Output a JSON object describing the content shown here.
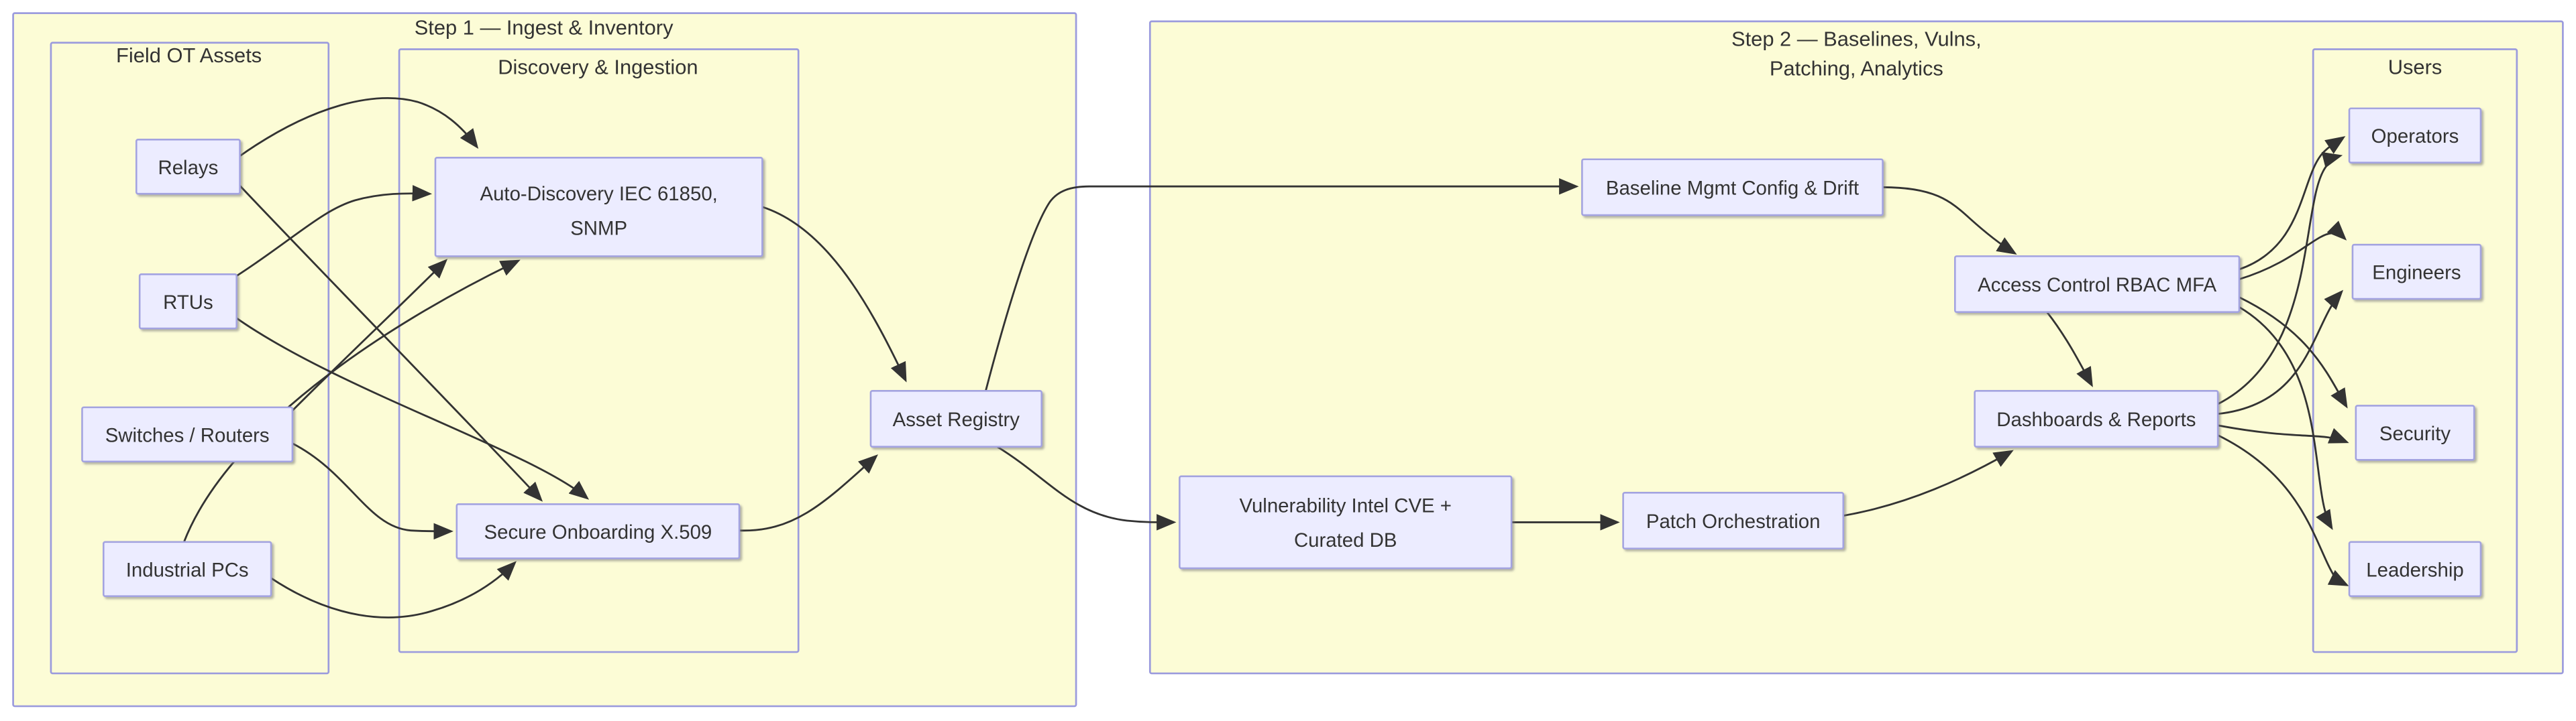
{
  "diagram": {
    "type": "flowchart",
    "direction": "left-to-right",
    "step1": {
      "title": "Step 1 — Ingest & Inventory"
    },
    "step2": {
      "title_line1": "Step 2 — Baselines, Vulns,",
      "title_line2": "Patching, Analytics"
    },
    "clusters": {
      "field_ot": {
        "label": "Field OT Assets"
      },
      "discovery": {
        "label": "Discovery & Ingestion"
      },
      "users": {
        "label": "Users"
      }
    },
    "nodes": {
      "relays": {
        "label": "Relays"
      },
      "rtus": {
        "label": "RTUs"
      },
      "switches_routers": {
        "label": "Switches / Routers"
      },
      "industrial_pcs": {
        "label": "Industrial PCs"
      },
      "auto_discovery": {
        "line1": "Auto-Discovery IEC 61850,",
        "line2": "SNMP"
      },
      "secure_onboarding": {
        "label": "Secure Onboarding X.509"
      },
      "asset_registry": {
        "label": "Asset Registry"
      },
      "baseline_mgmt": {
        "label": "Baseline Mgmt Config & Drift"
      },
      "vulnerability_intel": {
        "line1": "Vulnerability Intel CVE +",
        "line2": "Curated DB"
      },
      "patch_orchestration": {
        "label": "Patch Orchestration"
      },
      "access_control": {
        "label": "Access Control RBAC MFA"
      },
      "dashboards_reports": {
        "label": "Dashboards & Reports"
      },
      "operators": {
        "label": "Operators"
      },
      "engineers": {
        "label": "Engineers"
      },
      "security": {
        "label": "Security"
      },
      "leadership": {
        "label": "Leadership"
      }
    },
    "edges": [
      {
        "from": "relays",
        "to": "auto_discovery"
      },
      {
        "from": "relays",
        "to": "secure_onboarding"
      },
      {
        "from": "rtus",
        "to": "auto_discovery"
      },
      {
        "from": "rtus",
        "to": "secure_onboarding"
      },
      {
        "from": "switches_routers",
        "to": "auto_discovery"
      },
      {
        "from": "switches_routers",
        "to": "secure_onboarding"
      },
      {
        "from": "industrial_pcs",
        "to": "auto_discovery"
      },
      {
        "from": "industrial_pcs",
        "to": "secure_onboarding"
      },
      {
        "from": "auto_discovery",
        "to": "asset_registry"
      },
      {
        "from": "secure_onboarding",
        "to": "asset_registry"
      },
      {
        "from": "asset_registry",
        "to": "baseline_mgmt"
      },
      {
        "from": "asset_registry",
        "to": "vulnerability_intel"
      },
      {
        "from": "vulnerability_intel",
        "to": "patch_orchestration"
      },
      {
        "from": "patch_orchestration",
        "to": "dashboards_reports"
      },
      {
        "from": "baseline_mgmt",
        "to": "access_control"
      },
      {
        "from": "access_control",
        "to": "dashboards_reports"
      },
      {
        "from": "access_control",
        "to": "operators"
      },
      {
        "from": "access_control",
        "to": "engineers"
      },
      {
        "from": "access_control",
        "to": "security"
      },
      {
        "from": "access_control",
        "to": "leadership"
      },
      {
        "from": "dashboards_reports",
        "to": "operators"
      },
      {
        "from": "dashboards_reports",
        "to": "engineers"
      },
      {
        "from": "dashboards_reports",
        "to": "security"
      },
      {
        "from": "dashboards_reports",
        "to": "leadership"
      }
    ],
    "colors": {
      "page_bg": "#ffffff",
      "cluster_fill": "#fcfcd6",
      "cluster_border": "#9b9bdd",
      "node_fill": "#ececff",
      "node_border": "#a3a3e0",
      "text": "#333333",
      "edge": "#333333"
    }
  }
}
